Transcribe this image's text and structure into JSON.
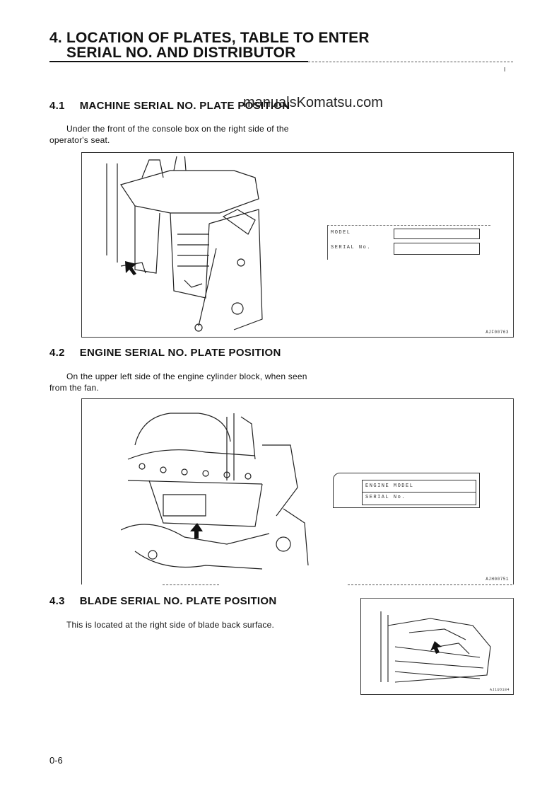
{
  "title": {
    "line1": "4. LOCATION OF PLATES, TABLE TO ENTER",
    "line2": "SERIAL NO. AND DISTRIBUTOR"
  },
  "watermark": "manualsKomatsu.com",
  "sections": [
    {
      "heading_num": "4.1",
      "heading": "MACHINE SERIAL NO. PLATE POSITION",
      "text": [
        "Under the front of the console box on the right side of the",
        "operator's seat."
      ],
      "plate_fields": [
        "MODEL",
        "SERIAL No."
      ],
      "figure_code": "AJF00763"
    },
    {
      "heading_num": "4.2",
      "heading": "ENGINE SERIAL NO. PLATE POSITION",
      "text": [
        "On the upper left side of the engine cylinder block, when seen",
        "from the fan."
      ],
      "plate_fields": [
        "ENGINE MODEL",
        "SERIAL No."
      ],
      "figure_code": "AJH00751"
    },
    {
      "heading_num": "4.3",
      "heading": "BLADE SERIAL NO. PLATE POSITION",
      "text": [
        "This is located at the right side of blade back surface."
      ],
      "figure_code": "AJ1UO184"
    }
  ],
  "page_number": "0-6"
}
